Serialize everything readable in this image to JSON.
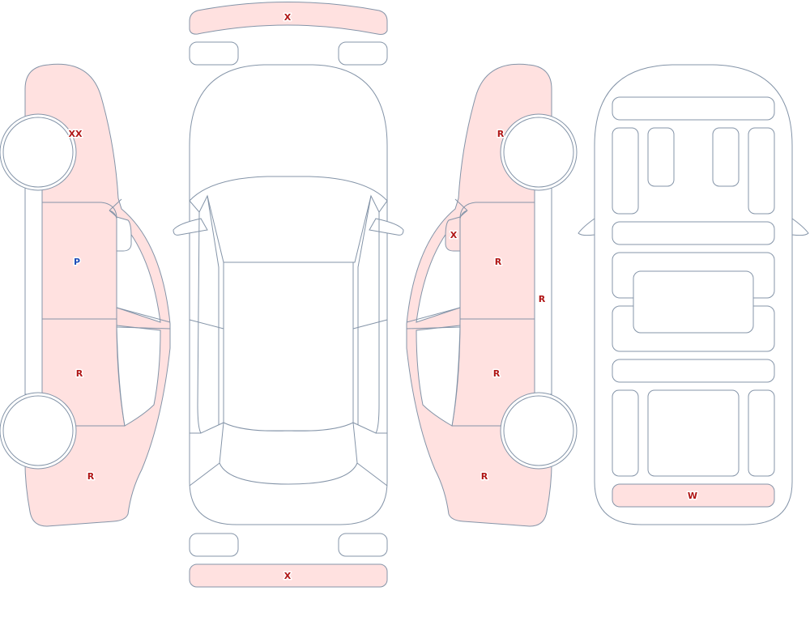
{
  "colors": {
    "outline": "#8494a8",
    "damaged_fill": "#ffe1e0",
    "code_red": "#b01515",
    "code_blue": "#1f4fb8"
  },
  "marks": {
    "front_bumper": "X",
    "rear_bumper": "X",
    "left_front_fender": "XX",
    "left_front_door": "P",
    "left_rear_door": "R",
    "left_rear_quarter": "R",
    "right_front_fender": "R",
    "right_mirror": "X",
    "right_front_door": "R",
    "right_rocker": "R",
    "right_rear_door": "R",
    "right_rear_quarter": "R",
    "rear_floor_panel": "W"
  }
}
